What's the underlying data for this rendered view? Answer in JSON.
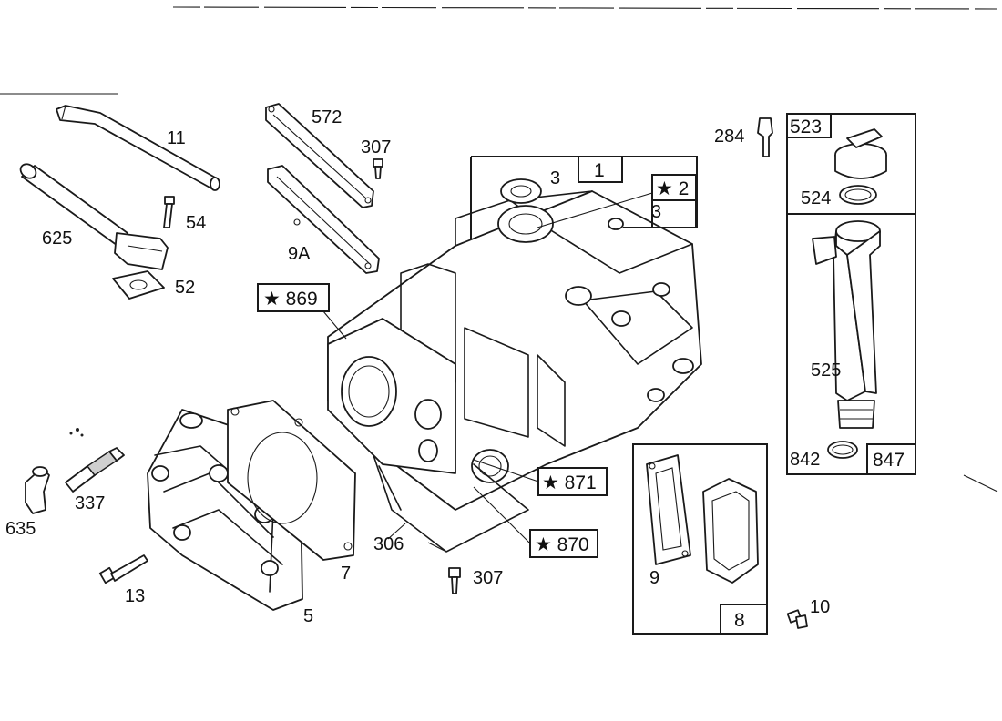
{
  "callouts": {
    "p11": "11",
    "p625": "625",
    "p54": "54",
    "p52": "52",
    "p572": "572",
    "p307_top": "307",
    "p9a": "9A",
    "p869": "★ 869",
    "p3_seal": "3",
    "p1": "1",
    "p2": "★ 2",
    "p3_box": "3",
    "p284": "284",
    "p523": "523",
    "p524": "524",
    "p525": "525",
    "p842": "842",
    "p847": "847",
    "p871": "★ 871",
    "p870": "★ 870",
    "p306": "306",
    "p307_bottom": "307",
    "p9": "9",
    "p8": "8",
    "p10": "10",
    "p337": "337",
    "p635": "635",
    "p13": "13",
    "p7": "7",
    "p5": "5"
  }
}
